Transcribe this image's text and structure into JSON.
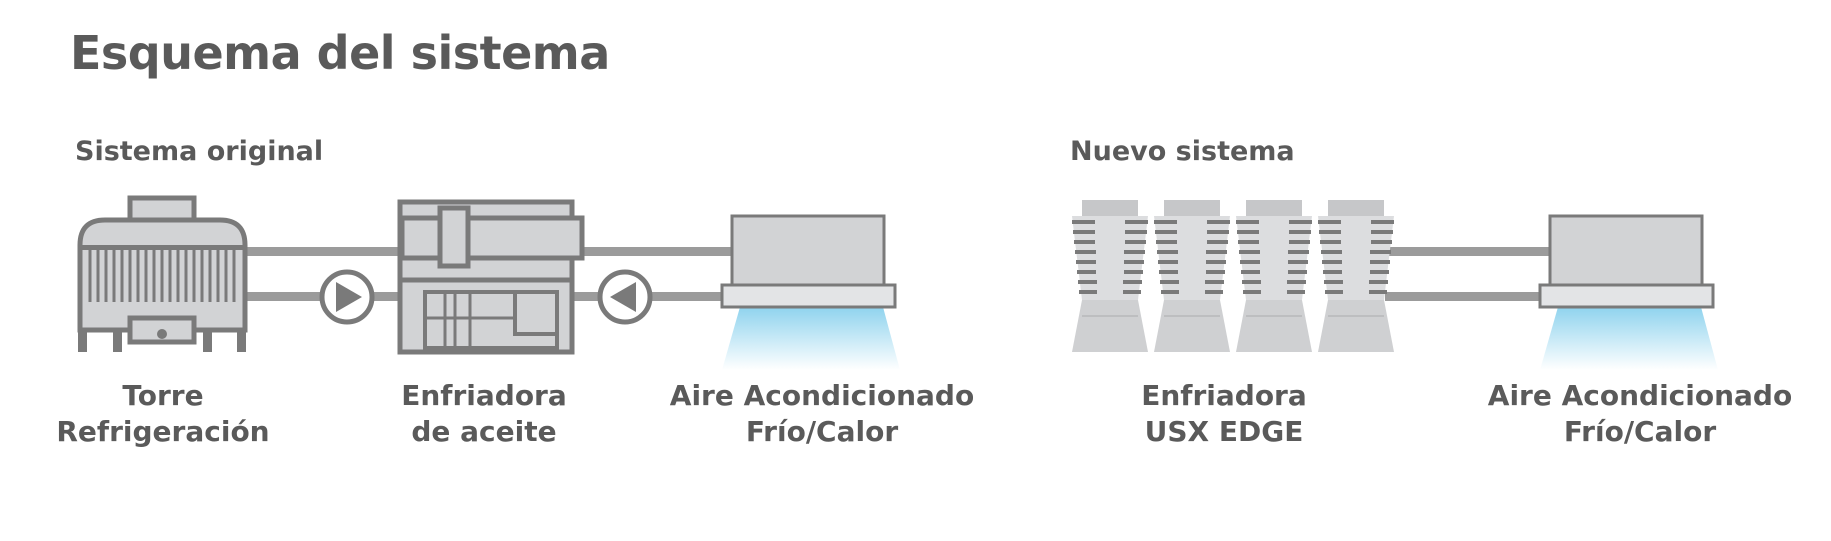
{
  "title": "Esquema del sistema",
  "original": {
    "heading": "Sistema original",
    "components": [
      {
        "line1": "Torre",
        "line2": "Refrigeración",
        "icon": "cooling-tower-icon"
      },
      {
        "line1": "Enfriadora",
        "line2": "de aceite",
        "icon": "oil-chiller-icon"
      },
      {
        "line1": "Aire Acondicionado",
        "line2": "Frío/Calor",
        "icon": "air-conditioner-icon"
      }
    ]
  },
  "new": {
    "heading": "Nuevo sistema",
    "components": [
      {
        "line1": "Enfriadora",
        "line2": "USX EDGE",
        "icon": "usx-edge-chiller-icon"
      },
      {
        "line1": "Aire Acondicionado",
        "line2": "Frío/Calor",
        "icon": "air-conditioner-icon"
      }
    ]
  },
  "colors": {
    "text": "#5a5a5a",
    "equipment_stroke": "#7a7a7a",
    "equipment_fill": "#d2d3d5",
    "pipe": "#9b9b9b",
    "airflow": "#8fd3ee"
  }
}
